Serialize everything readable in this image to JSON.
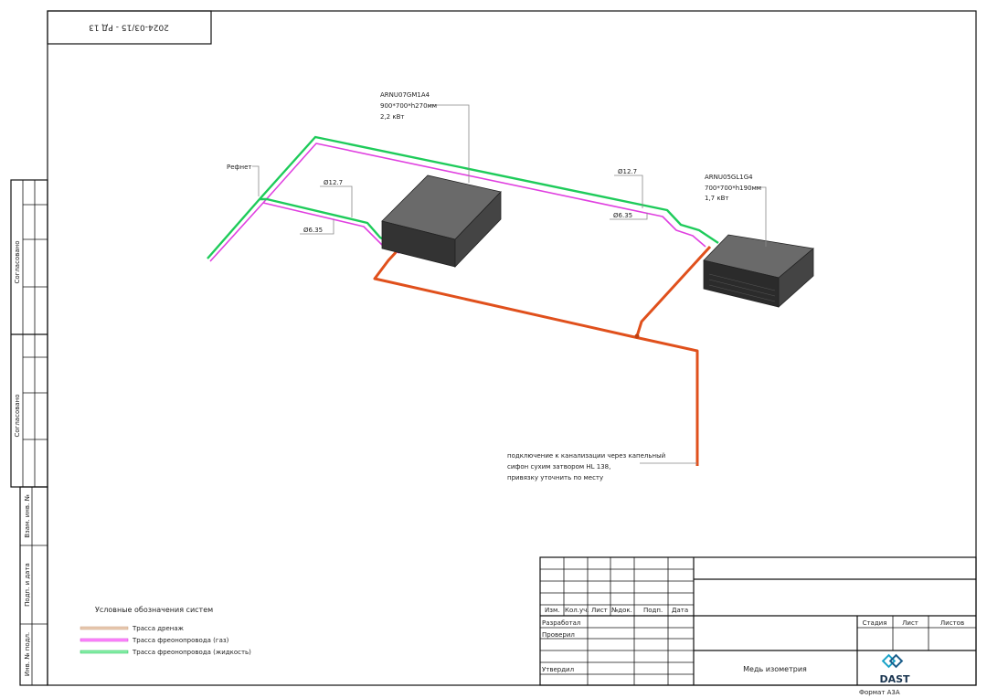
{
  "stamp": {
    "text": "2024-03/15 - РД 13"
  },
  "units": [
    {
      "model": "ARNU07GM1A4",
      "size": "900*700*h270мм",
      "power": "2,2 кВт"
    },
    {
      "model": "ARNU05GL1G4",
      "size": "700*700*h190мм",
      "power": "1,7 кВт"
    }
  ],
  "refnet_label": "Рефнет",
  "dimensions": {
    "left_liquid": "Ø12.7",
    "left_gas": "Ø6.35",
    "right_liquid": "Ø12.7",
    "right_gas": "Ø6.35"
  },
  "drain_note": [
    "подключение к канализации через капельный",
    " сифон сухим затвором HL 138,",
    "привязку уточнить по месту"
  ],
  "legend": {
    "title": "Условные обозначения систем",
    "items": [
      {
        "label": "Трасса дренаж",
        "color": "#e8c9b0"
      },
      {
        "label": "Трасса фреонопровода (газ)",
        "color": "#ff66ff"
      },
      {
        "label": "Трасса фреонопровода (жидкость)",
        "color": "#22dd66"
      }
    ]
  },
  "colors": {
    "liquid": "#1ecb5a",
    "gas": "#e040e0",
    "drain": "#e0501c",
    "unit": "#4a4a4a"
  },
  "left_strip": {
    "agreed_1": "Согласовано",
    "agreed_2": "Согласовано",
    "inv_replace": "Взам. инв. №",
    "sign_date": "Подп. и дата",
    "inv_orig": "Инв. № подл."
  },
  "title_block": {
    "headers": [
      "Изм.",
      "Кол.уч.",
      "Лист",
      "№док.",
      "Подп.",
      "Дата"
    ],
    "roles": [
      "Разработал",
      "Проверил",
      "Утвердил"
    ],
    "stage_headers": [
      "Стадия",
      "Лист",
      "Листов"
    ],
    "sheet_title": "Медь изометрия",
    "logo": "DAST",
    "format": "Формат А3А"
  }
}
